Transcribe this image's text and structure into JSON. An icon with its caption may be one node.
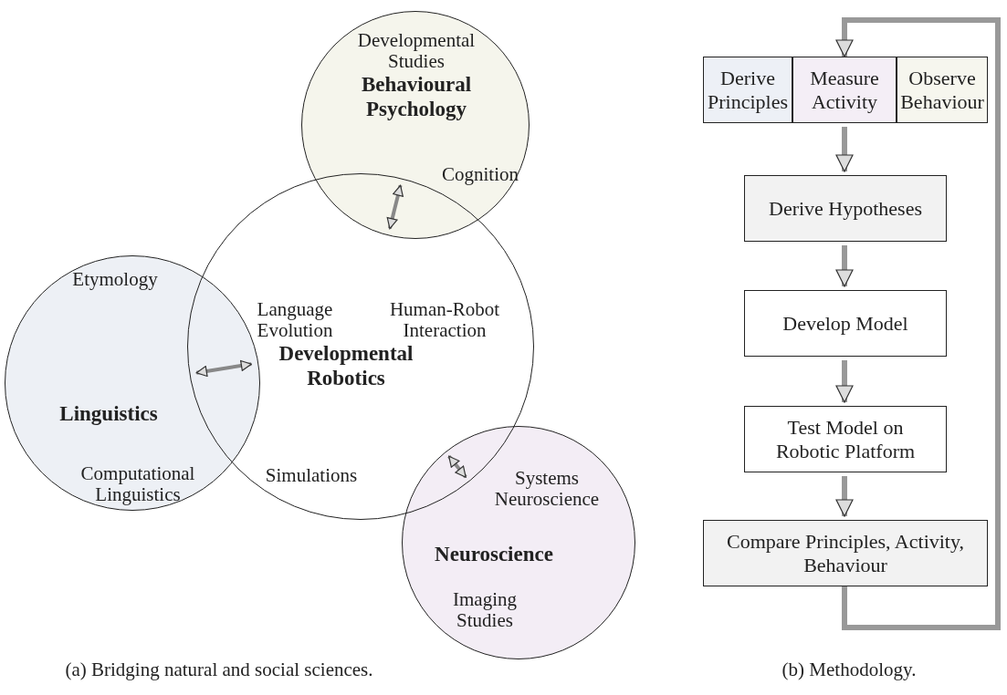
{
  "diagram": {
    "nodes": [
      {
        "text": [
          "Developmental Studies",
          "Behavioural Psychology",
          "Cognition"
        ]
      },
      {
        "text": [
          "Language Evolution",
          "Human-Robot Interaction",
          "Developmental Robotics",
          "Simulations"
        ]
      },
      {
        "text": [
          "Etymology",
          "Linguistics",
          "Computational Linguistics"
        ]
      },
      {
        "text": [
          "Systems Neuroscience",
          "Neuroscience",
          "Imaging Studies"
        ]
      },
      {
        "text": [
          "Derive Principles"
        ]
      },
      {
        "text": [
          "Measure Activity"
        ]
      },
      {
        "text": [
          "Observe Behaviour"
        ]
      },
      {
        "text": [
          "Derive Hypotheses"
        ]
      },
      {
        "text": [
          "Develop Model"
        ]
      },
      {
        "text": [
          "Test Model on Robotic Platform"
        ]
      },
      {
        "text": [
          "Compare Principles, Activity, Behaviour"
        ]
      }
    ],
    "edges": [
      {
        "from": 1,
        "to": 0,
        "arrow": "both"
      },
      {
        "from": 1,
        "to": 2,
        "arrow": "both"
      },
      {
        "from": 1,
        "to": 3,
        "arrow": "both"
      },
      {
        "from": 5,
        "to": 7,
        "arrow": "to"
      },
      {
        "from": 7,
        "to": 8,
        "arrow": "to"
      },
      {
        "from": 8,
        "to": 9,
        "arrow": "to"
      },
      {
        "from": 9,
        "to": 10,
        "arrow": "to"
      },
      {
        "from": 10,
        "to": 5,
        "arrow": "to"
      }
    ],
    "labels": [
      "(a) Bridging natural and social sciences.",
      "(b) Methodology."
    ]
  }
}
